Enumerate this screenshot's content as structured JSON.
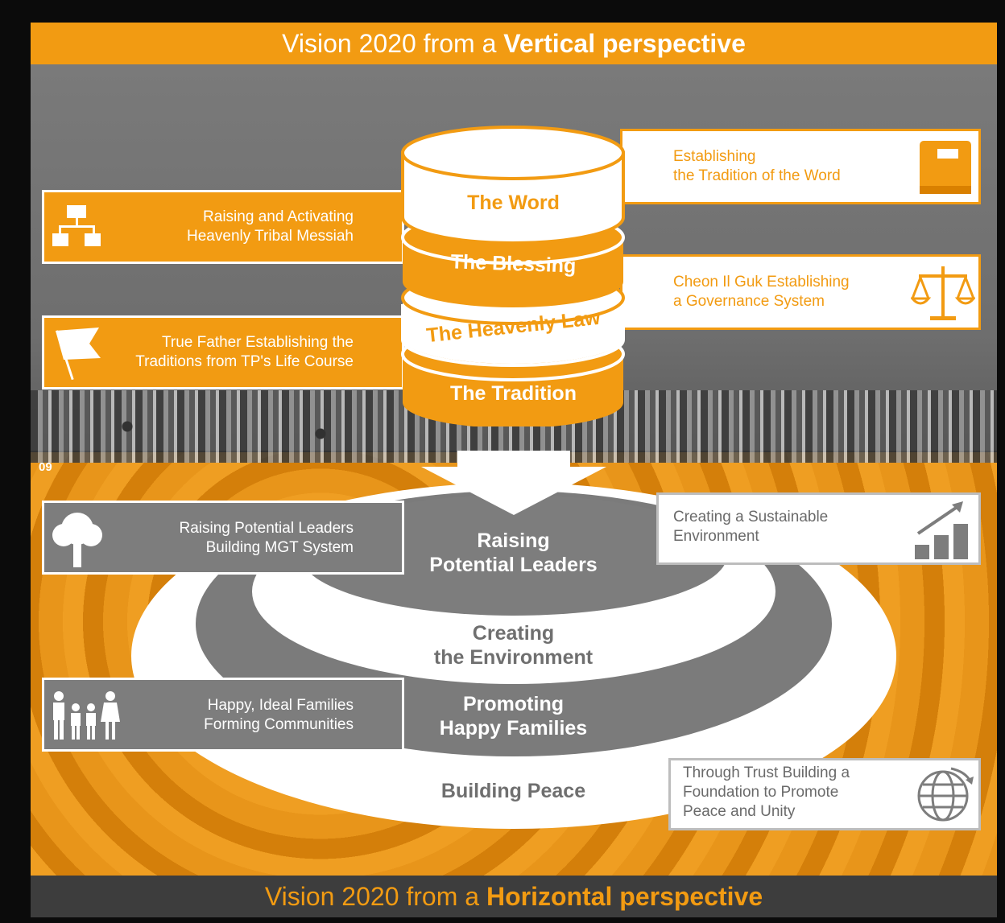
{
  "header": {
    "title_prefix": "Vision 2020 from a",
    "title_emphasis": "Vertical perspective"
  },
  "footer": {
    "title_prefix": "Vision 2020 from a",
    "title_emphasis": "Horizontal perspective"
  },
  "page_number": "09",
  "stack": {
    "layers": [
      "The Word",
      "The Blessing",
      "The Heavenly Law",
      "The Tradition"
    ]
  },
  "vertical_boxes": {
    "left_top": {
      "line1": "Raising and Activating",
      "line2": "Heavenly Tribal Messiah",
      "icon": "org-chart-icon"
    },
    "left_bottom": {
      "line1": "True Father Establishing the",
      "line2": "Traditions from TP's Life Course",
      "icon": "flag-icon"
    },
    "right_top": {
      "line1": "Establishing",
      "line2": "the Tradition of the Word",
      "icon": "book-icon"
    },
    "right_bottom": {
      "line1": "Cheon Il Guk Establishing",
      "line2": "a Governance System",
      "icon": "scales-icon"
    }
  },
  "rings": {
    "inner": {
      "line1": "Raising",
      "line2": "Potential Leaders"
    },
    "second": {
      "line1": "Creating",
      "line2": "the Environment"
    },
    "third": {
      "line1": "Promoting",
      "line2": "Happy Families"
    },
    "outer": {
      "line1": "Building Peace"
    }
  },
  "horizontal_boxes": {
    "left_top": {
      "line1": "Raising Potential Leaders",
      "line2": "Building MGT System",
      "icon": "tree-icon"
    },
    "left_bottom": {
      "line1": "Happy, Ideal Families",
      "line2": "Forming Communities",
      "icon": "family-icon"
    },
    "right_top": {
      "line1": "Creating a Sustainable",
      "line2": "Environment",
      "icon": "growth-chart-icon"
    },
    "right_bottom": {
      "line1": "Through Trust Building a",
      "line2": "Foundation to Promote",
      "line3": "Peace and Unity",
      "icon": "globe-icon"
    }
  },
  "colors": {
    "accent": "#f29b12",
    "gray": "#7a7a7a",
    "dark": "#3d3d3d"
  }
}
